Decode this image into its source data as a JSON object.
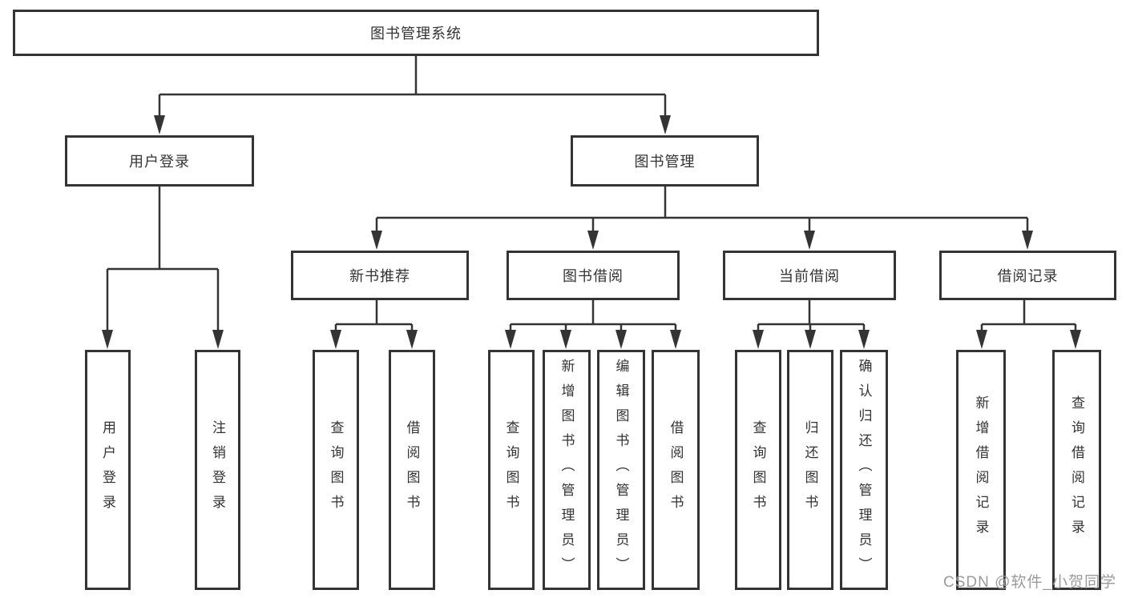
{
  "diagram": {
    "type": "hierarchy",
    "root": {
      "label": "图书管理系统"
    },
    "branches": [
      {
        "label": "用户登录",
        "children": [
          {
            "label": "用户登录"
          },
          {
            "label": "注销登录"
          }
        ]
      },
      {
        "label": "图书管理",
        "children": [
          {
            "label": "新书推荐",
            "children": [
              {
                "label": "查询图书"
              },
              {
                "label": "借阅图书"
              }
            ]
          },
          {
            "label": "图书借阅",
            "children": [
              {
                "label": "查询图书"
              },
              {
                "label": "新增图书（管理员）"
              },
              {
                "label": "编辑图书（管理员）"
              },
              {
                "label": "借阅图书"
              }
            ]
          },
          {
            "label": "当前借阅",
            "children": [
              {
                "label": "查询图书"
              },
              {
                "label": "归还图书"
              },
              {
                "label": "确认归还（管理员）"
              }
            ]
          },
          {
            "label": "借阅记录",
            "children": [
              {
                "label": "新增借阅记录"
              },
              {
                "label": "查询借阅记录"
              }
            ]
          }
        ]
      }
    ]
  },
  "watermark": {
    "text": "CSDN @软件_小贺同学",
    "color": "#9b9b9b"
  },
  "colors": {
    "line": "#343434",
    "text": "#333333",
    "background": "#ffffff"
  }
}
